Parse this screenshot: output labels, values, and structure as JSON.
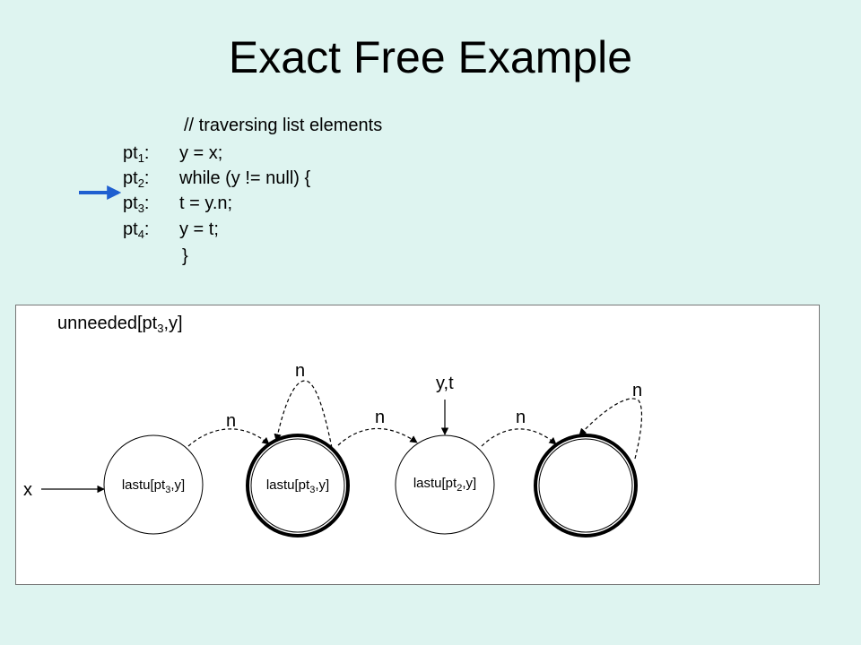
{
  "slide": {
    "title": "Exact Free Example"
  },
  "code": {
    "comment": "// traversing list elements",
    "lines": [
      {
        "label_base": "pt",
        "label_sub": "1",
        "label_colon": ":",
        "text": "y = x;"
      },
      {
        "label_base": "pt",
        "label_sub": "2",
        "label_colon": ":",
        "text": "while (y != null) {"
      },
      {
        "label_base": "pt",
        "label_sub": "3",
        "label_colon": ":",
        "text": "t = y.n;"
      },
      {
        "label_base": "pt",
        "label_sub": "4",
        "label_colon": ":",
        "text": "y = t;"
      }
    ],
    "closing": "}",
    "arrow_color": "#1f5fd0"
  },
  "diagram": {
    "label_base": "unneeded[pt",
    "label_sub": "3",
    "label_end": ",y]",
    "pointer_x": "x",
    "pointer_yt": "y,t",
    "nodes": [
      {
        "base": "lastu[pt",
        "sub": "3",
        "end": ",y]",
        "summary": false
      },
      {
        "base": "lastu[pt",
        "sub": "3",
        "end": ",y]",
        "summary": true
      },
      {
        "base": "lastu[pt",
        "sub": "2",
        "end": ",y]",
        "summary": false
      },
      {
        "base": "",
        "sub": "",
        "end": "",
        "summary": true
      }
    ],
    "edges": [
      {
        "label": "n",
        "kind": "node1-to-node2"
      },
      {
        "label": "n",
        "kind": "self-loop-node2"
      },
      {
        "label": "n",
        "kind": "node2-to-node3"
      },
      {
        "label": "n",
        "kind": "node3-to-node4"
      },
      {
        "label": "n",
        "kind": "self-loop-node4"
      }
    ]
  }
}
